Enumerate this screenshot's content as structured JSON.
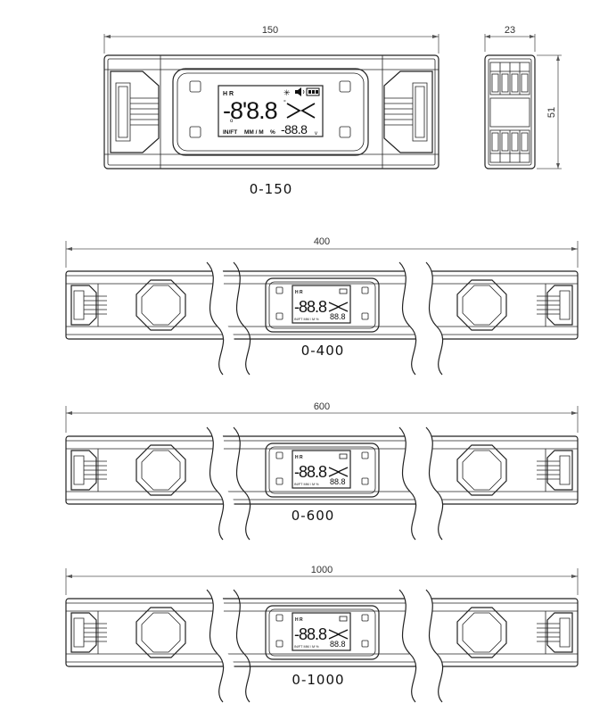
{
  "diagram": {
    "top_view": {
      "length_dim": "150",
      "caption": "0-150",
      "display": {
        "indicator_left": "H R",
        "big_digits": "-8'8.8",
        "degree": "°",
        "small_digits": "-88.8",
        "small_suffix": "v",
        "units": [
          "IN/FT",
          "MM / M",
          "%"
        ],
        "arrows": "><"
      }
    },
    "end_view": {
      "width_dim": "23",
      "height_dim": "51"
    },
    "long_views": [
      {
        "length_dim": "400",
        "caption": "0-400"
      },
      {
        "length_dim": "600",
        "caption": "0-600"
      },
      {
        "length_dim": "1000",
        "caption": "0-1000"
      }
    ],
    "small_display": {
      "indicator_left": "H R",
      "big_digits": "-88.8",
      "small_digits": "88.8",
      "units": "IN/FT  MM / M  %"
    },
    "icons": [
      "sun-icon",
      "speaker-icon",
      "battery-icon",
      "arrow-right-icon",
      "arrow-left-icon",
      "octagon-vial-icon",
      "handle-bracket-icon",
      "break-line-icon"
    ]
  }
}
